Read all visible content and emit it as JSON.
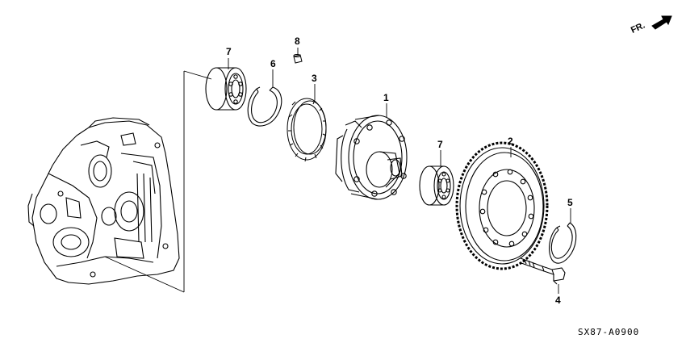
{
  "diagram_code": "SX87-A0900",
  "direction_label": "FR.",
  "callouts": {
    "c1": "1",
    "c2": "2",
    "c3": "3",
    "c4": "4",
    "c5": "5",
    "c6": "6",
    "c7a": "7",
    "c7b": "7",
    "c8": "8"
  },
  "colors": {
    "line": "#000000",
    "background": "#ffffff"
  }
}
